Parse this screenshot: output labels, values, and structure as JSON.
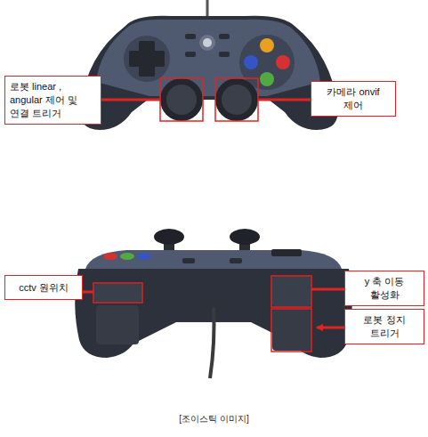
{
  "diagram": {
    "caption": "[조이스틱 이미지]",
    "nodes": [
      {
        "text": [
          "로봇 linear , angular 제어 및 연결 트리거"
        ]
      },
      {
        "text": [
          "카메라 onvif 제어"
        ]
      },
      {
        "text": [
          "cctv 원위치"
        ]
      },
      {
        "text": [
          "y 축 이동 활성화"
        ]
      },
      {
        "text": [
          "로봇 정지 트리거"
        ]
      }
    ]
  }
}
